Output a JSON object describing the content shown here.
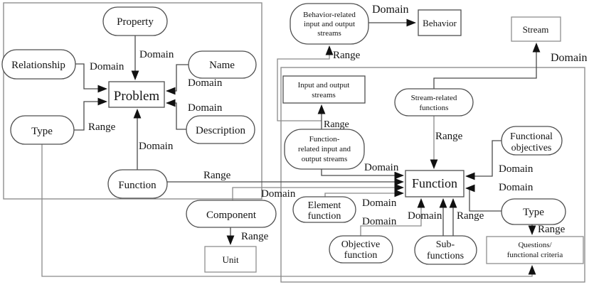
{
  "diagram": {
    "title": "Domain/Range ontology relations diagram",
    "colors": {
      "line": "#4a4a4a",
      "container_box": "#8f8f8f",
      "text": "#141414",
      "arrow": "#111111",
      "background": "#ffffff"
    },
    "label_domain": "Domain",
    "label_range": "Range"
  },
  "nodes": {
    "property": {
      "label": "Property",
      "shape": "ellipse"
    },
    "relationship": {
      "label": "Relationship",
      "shape": "ellipse"
    },
    "name": {
      "label": "Name",
      "shape": "ellipse"
    },
    "type_left": {
      "label": "Type",
      "shape": "ellipse"
    },
    "description": {
      "label": "Description",
      "shape": "ellipse"
    },
    "problem": {
      "label": "Problem",
      "shape": "rect"
    },
    "function_left": {
      "label": "Function",
      "shape": "ellipse"
    },
    "component": {
      "label": "Component",
      "shape": "ellipse"
    },
    "unit": {
      "label": "Unit",
      "shape": "rect"
    },
    "behavior_related": {
      "lines": [
        "Behavior-related",
        "input and output",
        "streams"
      ],
      "shape": "ellipse"
    },
    "behavior": {
      "label": "Behavior",
      "shape": "rect"
    },
    "stream": {
      "label": "Stream",
      "shape": "rect"
    },
    "io_streams": {
      "lines": [
        "Input and output",
        "streams"
      ],
      "shape": "rect"
    },
    "stream_related": {
      "lines": [
        "Stream-related",
        "functions"
      ],
      "shape": "ellipse"
    },
    "function_related": {
      "lines": [
        "Function-",
        "related input and",
        "output streams"
      ],
      "shape": "ellipse"
    },
    "function_main": {
      "label": "Function",
      "shape": "rect"
    },
    "functional_objectives": {
      "lines": [
        "Functional",
        "objectives"
      ],
      "shape": "ellipse"
    },
    "element_function": {
      "lines": [
        "Element",
        "function"
      ],
      "shape": "ellipse"
    },
    "type_right": {
      "label": "Type",
      "shape": "ellipse"
    },
    "objective_function": {
      "lines": [
        "Objective",
        "function"
      ],
      "shape": "ellipse"
    },
    "sub_functions": {
      "lines": [
        "Sub-",
        "functions"
      ],
      "shape": "ellipse"
    },
    "questions": {
      "lines": [
        "Questions/",
        "functional criteria"
      ],
      "shape": "rect"
    }
  },
  "edges": [
    {
      "from": "Property",
      "to": "Problem",
      "label": "Domain"
    },
    {
      "from": "Relationship",
      "to": "Problem",
      "label": "Domain"
    },
    {
      "from": "Name",
      "to": "Problem",
      "label": "Domain"
    },
    {
      "from": "Description",
      "to": "Problem",
      "label": "Domain"
    },
    {
      "from": "Type",
      "to": "Problem",
      "label": "Range"
    },
    {
      "from": "Function",
      "to": "Problem",
      "label": "Domain"
    },
    {
      "from": "Function",
      "to": "Function",
      "label": "Range"
    },
    {
      "from": "Behavior-related input and output streams",
      "to": "Behavior",
      "label": "Domain"
    },
    {
      "from": "Function-related input and output streams",
      "to": "Behavior-related input and output streams",
      "label": "Range"
    },
    {
      "from": "Function-related input and output streams",
      "to": "Input and output streams",
      "label": "Range"
    },
    {
      "from": "Stream-related functions",
      "to": "Stream",
      "label": "Domain"
    },
    {
      "from": "Stream-related functions",
      "to": "Function",
      "label": "Range"
    },
    {
      "from": "Function-related input and output streams",
      "to": "Function",
      "label": "Domain"
    },
    {
      "from": "Component",
      "to": "Function",
      "label": "Domain"
    },
    {
      "from": "Element function",
      "to": "Function",
      "label": "Domain"
    },
    {
      "from": "Functional objectives",
      "to": "Function",
      "label": "Domain"
    },
    {
      "from": "Type",
      "to": "Function",
      "label": "Domain"
    },
    {
      "from": "Objective function",
      "to": "Function",
      "label": "Domain"
    },
    {
      "from": "Sub-functions",
      "to": "Function",
      "label": "Domain"
    },
    {
      "from": "Sub-functions",
      "to": "Function",
      "label": "Range"
    },
    {
      "from": "Component",
      "to": "Unit",
      "label": "Range"
    },
    {
      "from": "Type",
      "to": "Questions/functional criteria",
      "label": "Range"
    },
    {
      "from": "Type",
      "to": "Questions/functional criteria",
      "label": ""
    }
  ]
}
